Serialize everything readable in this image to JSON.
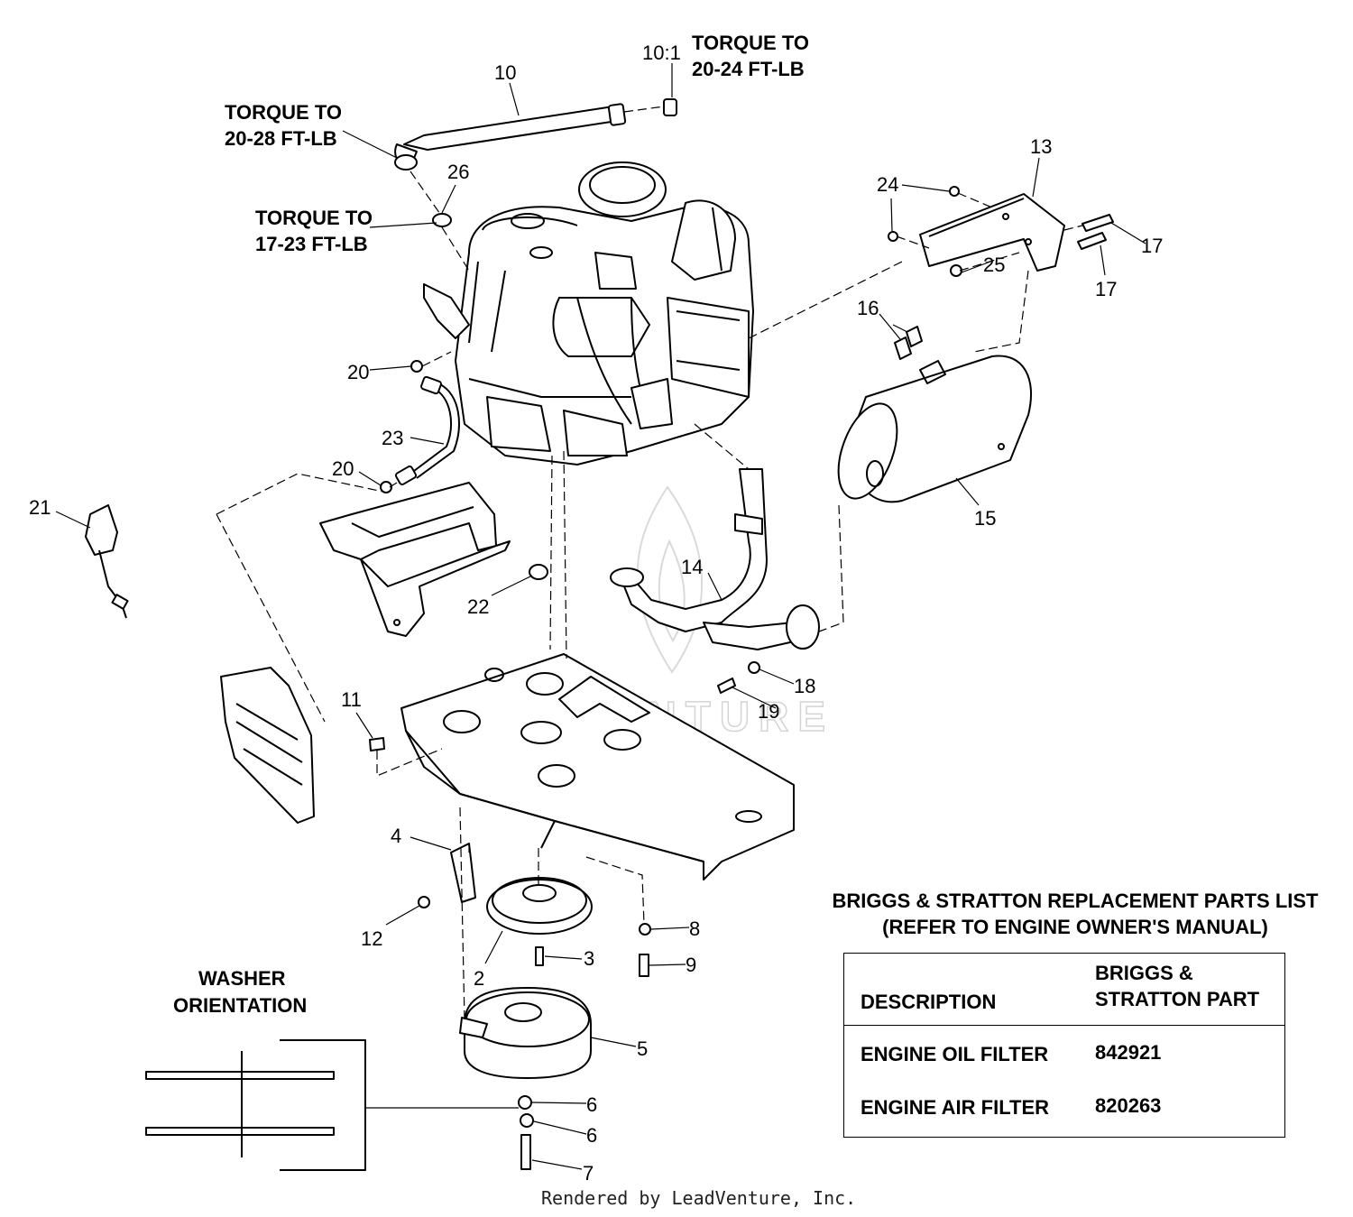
{
  "callouts": {
    "c1": "10",
    "c2": "10:1",
    "c3": "26",
    "c4": "13",
    "c5": "24",
    "c6": "25",
    "c7": "17",
    "c8": "17",
    "c9": "16",
    "c10": "20",
    "c11": "23",
    "c12": "20",
    "c13": "15",
    "c14": "14",
    "c15": "21",
    "c16": "22",
    "c17": "18",
    "c18": "19",
    "c19": "11",
    "c20": "4",
    "c21": "12",
    "c22": "8",
    "c23": "3",
    "c24": "9",
    "c25": "2",
    "c26": "5",
    "c27": "6",
    "c28": "6",
    "c29": "7"
  },
  "notes": {
    "torque_top_1": "TORQUE TO",
    "torque_top_2": "20-24 FT-LB",
    "torque_left_1": "TORQUE TO",
    "torque_left_2": "20-28 FT-LB",
    "torque_mid_1": "TORQUE TO",
    "torque_mid_2": "17-23 FT-LB",
    "washer_1": "WASHER",
    "washer_2": "ORIENTATION"
  },
  "parts_list": {
    "title_line1": "BRIGGS & STRATTON  REPLACEMENT PARTS LIST",
    "title_line2": "(REFER TO ENGINE OWNER'S MANUAL)",
    "col_description": "DESCRIPTION",
    "col_part_line1": "BRIGGS &",
    "col_part_line2": "STRATTON PART",
    "rows": [
      {
        "description": "ENGINE OIL FILTER",
        "part": "842921"
      },
      {
        "description": "ENGINE AIR FILTER",
        "part": "820263"
      }
    ]
  },
  "watermark": "LEADVENTURE",
  "credit": "Rendered by LeadVenture, Inc."
}
